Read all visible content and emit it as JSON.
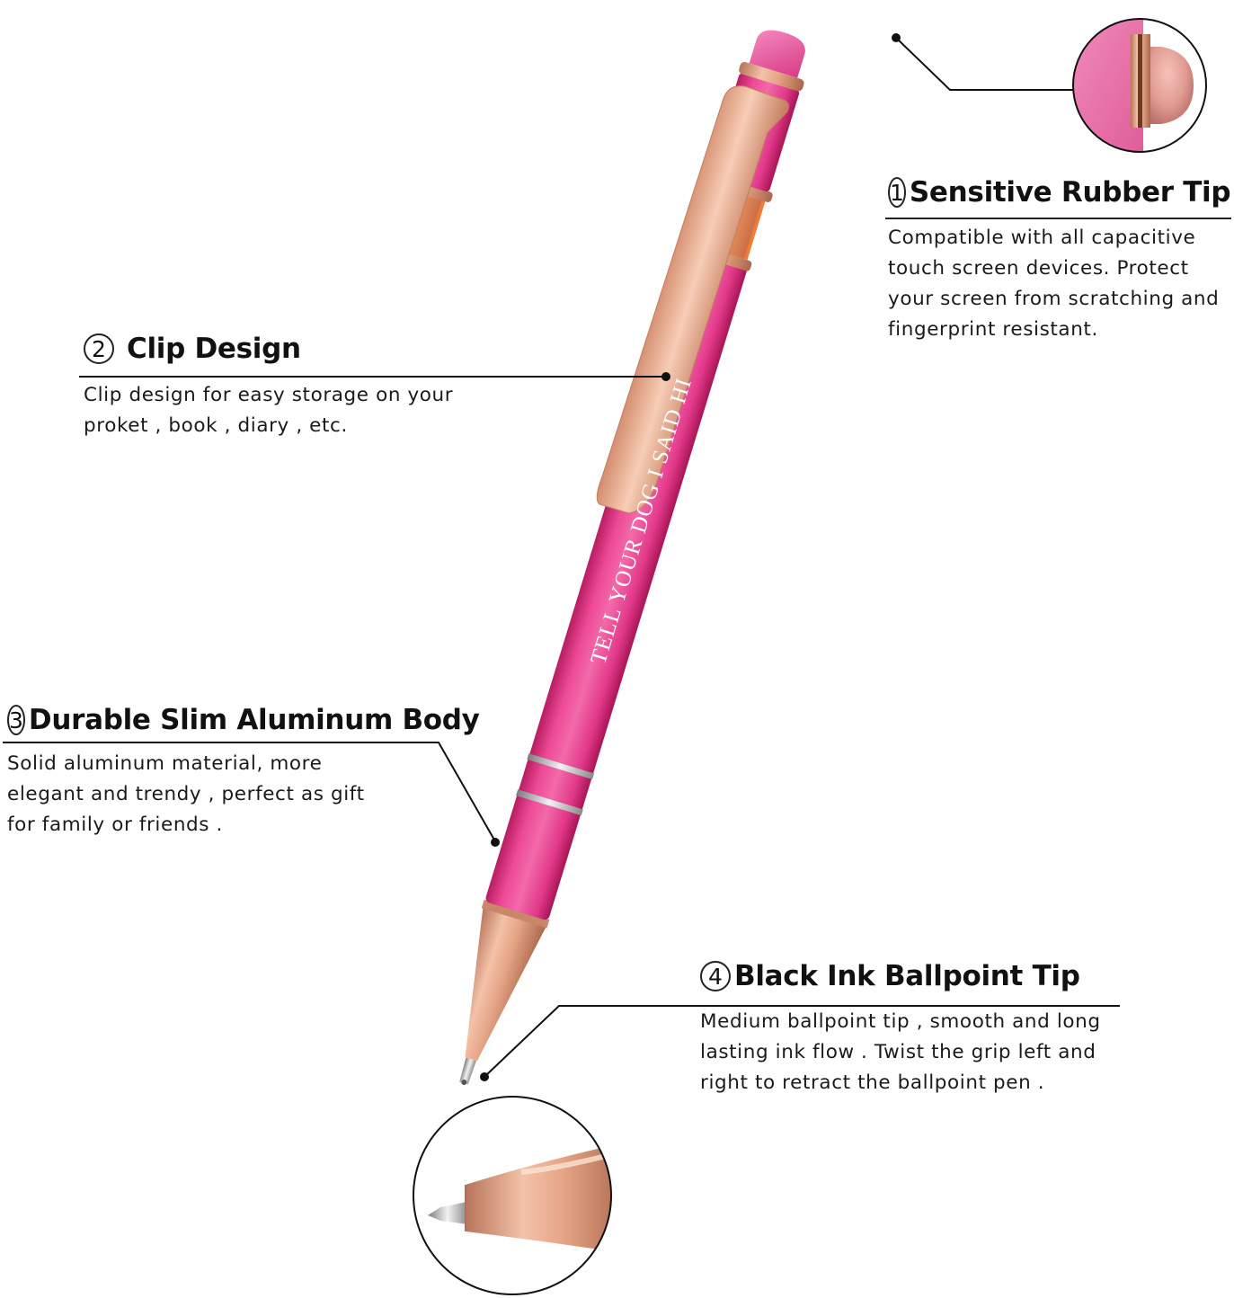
{
  "engraving": "TELL YOUR DOG I SAID HI",
  "colors": {
    "body_pink": "#ec3d8f",
    "rose_gold": "#e3a285",
    "stylus_pink": "#e94b98"
  },
  "features": [
    {
      "number": "1",
      "title": "Sensitive Rubber Tip",
      "description": "Compatible with all capacitive touch screen devices. Protect your screen from scratching and fingerprint resistant."
    },
    {
      "number": "2",
      "title": "Clip Design",
      "description": "Clip design for easy storage on your proket , book , diary , etc."
    },
    {
      "number": "3",
      "title": "Durable Slim Aluminum Body",
      "description": "Solid aluminum material, more elegant and trendy , perfect as gift for family or friends ."
    },
    {
      "number": "4",
      "title": "Black Ink Ballpoint Tip",
      "description": "Medium ballpoint tip , smooth and long lasting ink flow . Twist the grip left and right to retract the ballpoint pen ."
    }
  ]
}
